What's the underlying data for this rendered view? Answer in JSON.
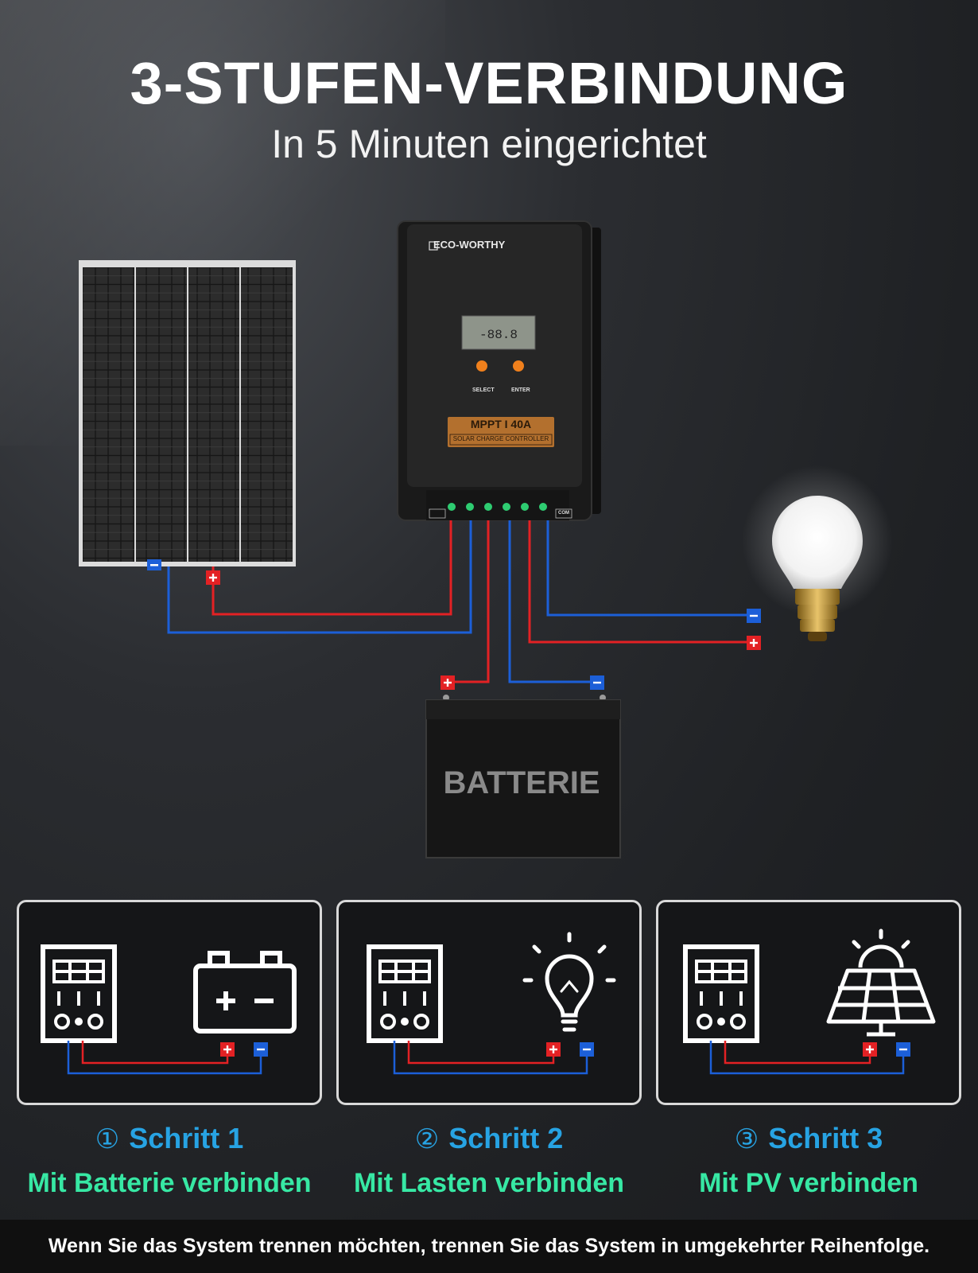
{
  "header": {
    "title": "3-STUFEN-VERBINDUNG",
    "subtitle": "In 5 Minuten eingerichtet"
  },
  "controller": {
    "brand": "ECO-WORTHY",
    "model": "MPPT I 40A",
    "subtitle": "SOLAR CHARGE CONTROLLER",
    "select_label": "SELECT",
    "enter_label": "ENTER",
    "com_label": "COM"
  },
  "battery": {
    "label": "BATTERIE"
  },
  "colors": {
    "positive": "#e32124",
    "negative": "#1c5fd8",
    "step_title": "#27a3e3",
    "step_desc": "#37e8a4"
  },
  "steps": [
    {
      "number": "①",
      "title": "Schritt 1",
      "desc": "Mit Batterie verbinden",
      "icon": "battery-icon"
    },
    {
      "number": "②",
      "title": "Schritt 2",
      "desc": "Mit Lasten verbinden",
      "icon": "light-bulb-icon"
    },
    {
      "number": "③",
      "title": "Schritt 3",
      "desc": "Mit PV verbinden",
      "icon": "solar-panel-icon"
    }
  ],
  "footer": {
    "text": "Wenn Sie das System trennen möchten, trennen Sie das System in umgekehrter Reihenfolge."
  }
}
